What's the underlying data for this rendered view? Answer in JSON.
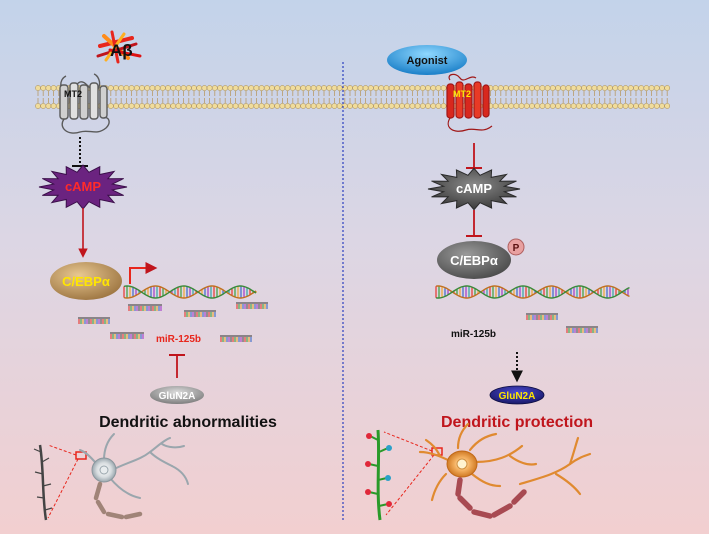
{
  "left": {
    "ligand": "Aβ",
    "receptor": "MT2",
    "second_messenger": "cAMP",
    "transcription_factor": "C/EBPα",
    "mirna": "miR-125b",
    "target": "GluN2A",
    "outcome": "Dendritic abnormalities"
  },
  "right": {
    "ligand": "Agonist",
    "receptor": "MT2",
    "second_messenger": "cAMP",
    "transcription_factor": "C/EBPα",
    "phospho": "P",
    "mirna": "miR-125b",
    "target": "GluN2A",
    "outcome": "Dendritic protection"
  },
  "colors": {
    "bg_top": "#c3d3ea",
    "bg_bottom": "#f2cfd0",
    "arrow_red": "#c0151c",
    "outcome_left": "#111111",
    "outcome_right": "#c0151c",
    "divider": "#2b3fbf",
    "ecamp_fill": "#7a2a8a",
    "camp_text": "#ff2222",
    "cebpa_left": "#c9a06a",
    "cebpa_right": "#6f6f6f",
    "agonist": "#2a9fe0",
    "glun2a_left": "#8c8c8c",
    "glun2a_right": "#26268c"
  }
}
